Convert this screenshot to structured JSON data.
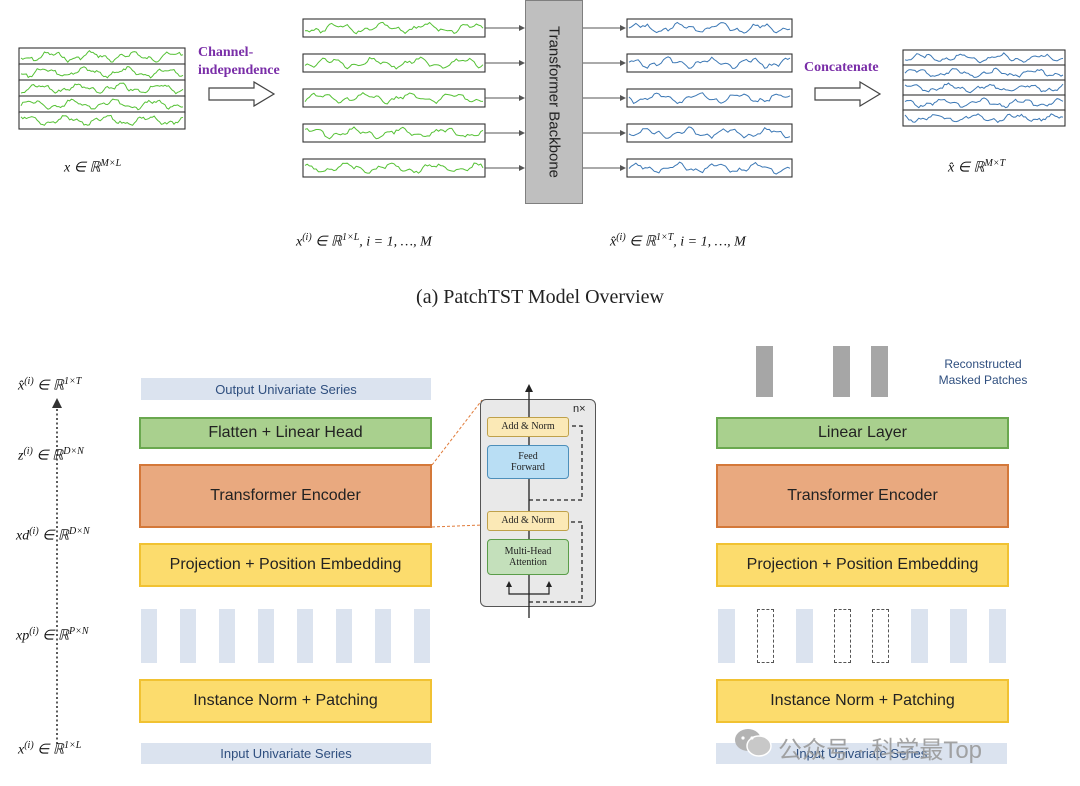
{
  "overview": {
    "channel_label": "Channel-\nindependence",
    "concatenate_label": "Concatenate",
    "backbone_label": "Transformer Backbone",
    "x_input": "x ∈ ℝ^{M×L}",
    "x_channel": "x^{(i)} ∈ ℝ^{1×L}, i = 1, …, M",
    "x_hat_channel": "x̂^{(i)} ∈ ℝ^{1×T}, i = 1, …, M",
    "x_hat_output": "x̂ ∈ ℝ^{M×T}",
    "caption": "(a) PatchTST Model Overview"
  },
  "left": {
    "output_series": "Output Univariate Series",
    "flatten_head": "Flatten + Linear Head",
    "transformer_encoder": "Transformer Encoder",
    "projection": "Projection + Position Embedding",
    "instance_norm": "Instance Norm + Patching",
    "input_series": "Input Univariate Series",
    "notation": {
      "xhat": "x̂^{(i)} ∈ ℝ^{1×T}",
      "z": "z^{(i)} ∈ ℝ^{D×N}",
      "xd": "x_d^{(i)} ∈ ℝ^{D×N}",
      "xp": "x_p^{(i)} ∈ ℝ^{P×N}",
      "x": "x^{(i)} ∈ ℝ^{1×L}"
    }
  },
  "encoder_detail": {
    "repeat": "n×",
    "add_norm_top": "Add & Norm",
    "feed_forward": "Feed Forward",
    "add_norm_bottom": "Add & Norm",
    "attention": "Multi-Head Attention"
  },
  "right": {
    "reconstructed": "Reconstructed Masked Patches",
    "linear_layer": "Linear Layer",
    "transformer_encoder": "Transformer Encoder",
    "projection": "Projection + Position Embedding",
    "instance_norm": "Instance Norm + Patching",
    "input_series": "Input Univariate Series"
  },
  "watermark": "公众号 · 科学最Top",
  "colors": {
    "input_wave": "#55c135",
    "output_wave": "#3c78b5",
    "channel_text": "#7a2ea8"
  }
}
